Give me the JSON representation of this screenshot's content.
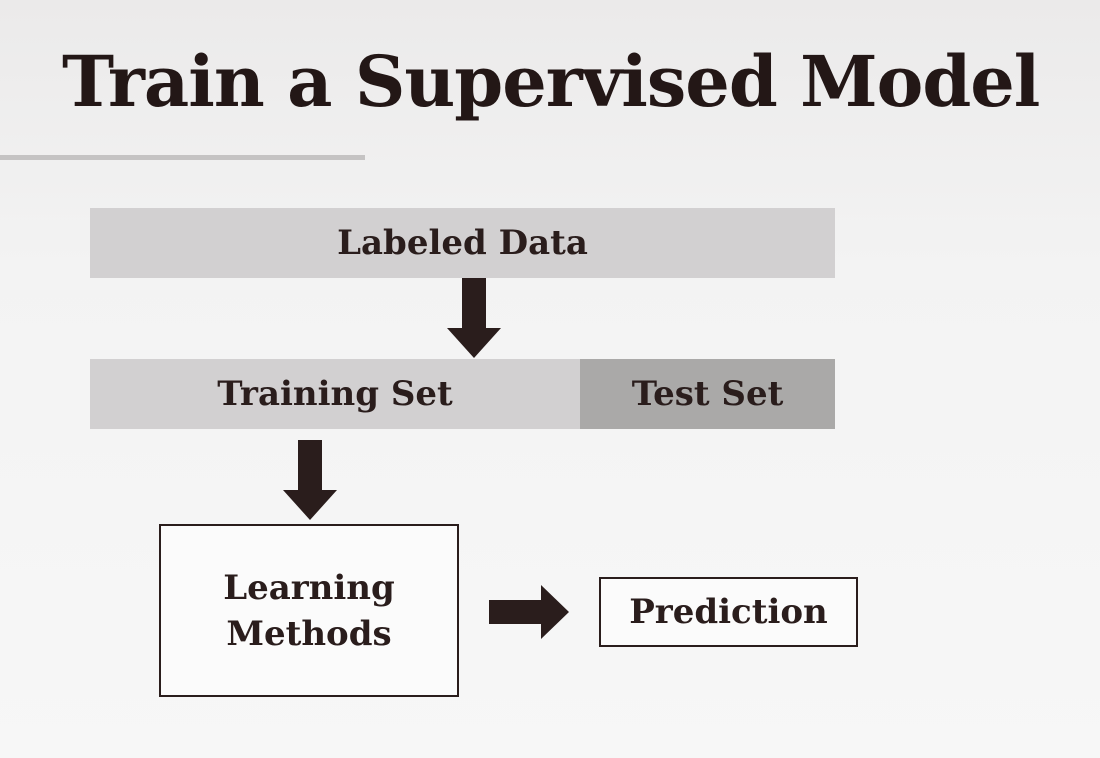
{
  "slide": {
    "title": "Train a Supervised Model"
  },
  "diagram": {
    "labeled_data": "Labeled Data",
    "training_set": "Training Set",
    "test_set": "Test Set",
    "learning_methods": "Learning Methods",
    "prediction": "Prediction"
  },
  "colors": {
    "text": "#241a1a",
    "light_bar": "#d2d0d1",
    "dark_bar": "#aaa9a8",
    "arrow": "#2a1d1c",
    "rule": "#c5c3c3"
  },
  "icons": {
    "down_arrow": "down-arrow-icon",
    "right_arrow": "right-arrow-icon"
  }
}
